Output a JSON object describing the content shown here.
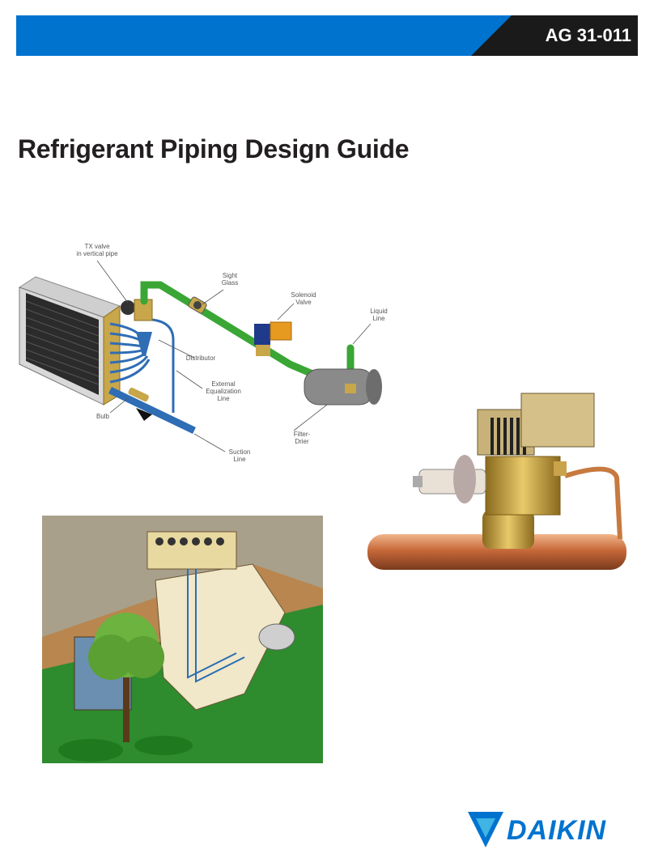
{
  "header": {
    "doc_code": "AG 31-011"
  },
  "title": "Refrigerant Piping Design Guide",
  "diagram": {
    "callouts": {
      "tx_valve": "TX valve\nin vertical pipe",
      "sight_glass": "Sight\nGlass",
      "solenoid": "Solenoid\nValve",
      "liquid_line": "Liquid\nLine",
      "distributor": "Distributor",
      "ext_eq": "External\nEqualization\nLine",
      "bulb": "Bulb",
      "filter_drier": "Filter-\nDrier",
      "suction": "Suction\nLine"
    }
  },
  "brand": {
    "name": "DAIKIN"
  },
  "colors": {
    "banner_blue": "#0073cf",
    "banner_dark": "#1a1a1a",
    "pipe_green": "#3aa635",
    "suction_blue": "#2f6db5"
  }
}
